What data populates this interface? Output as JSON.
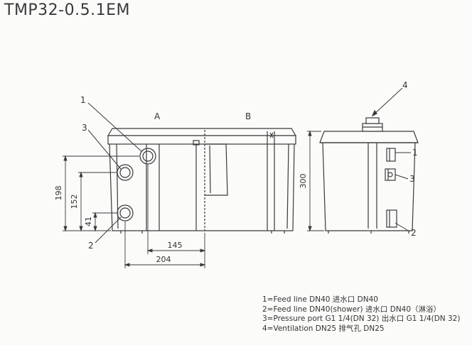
{
  "title": "TMP32-0.5.1EM",
  "labels": {
    "section_a": "A",
    "section_b": "B",
    "callout_1": "1",
    "callout_2": "2",
    "callout_3": "3",
    "side_callout_1": "1",
    "side_callout_2": "2",
    "side_callout_3": "3",
    "side_callout_4": "4"
  },
  "dimensions": {
    "d198": "198",
    "d152": "152",
    "d41": "41",
    "d145": "145",
    "d204": "204",
    "d300": "300"
  },
  "legend": [
    "1=Feed line DN40  进水口 DN40",
    "2=Feed line DN40(shower) 进水口 DN40（淋浴）",
    "3=Pressure port G1 1/4(DN 32) 出水口 G1 1/4(DN 32)",
    "4=Ventilation DN25  排气孔 DN25"
  ]
}
